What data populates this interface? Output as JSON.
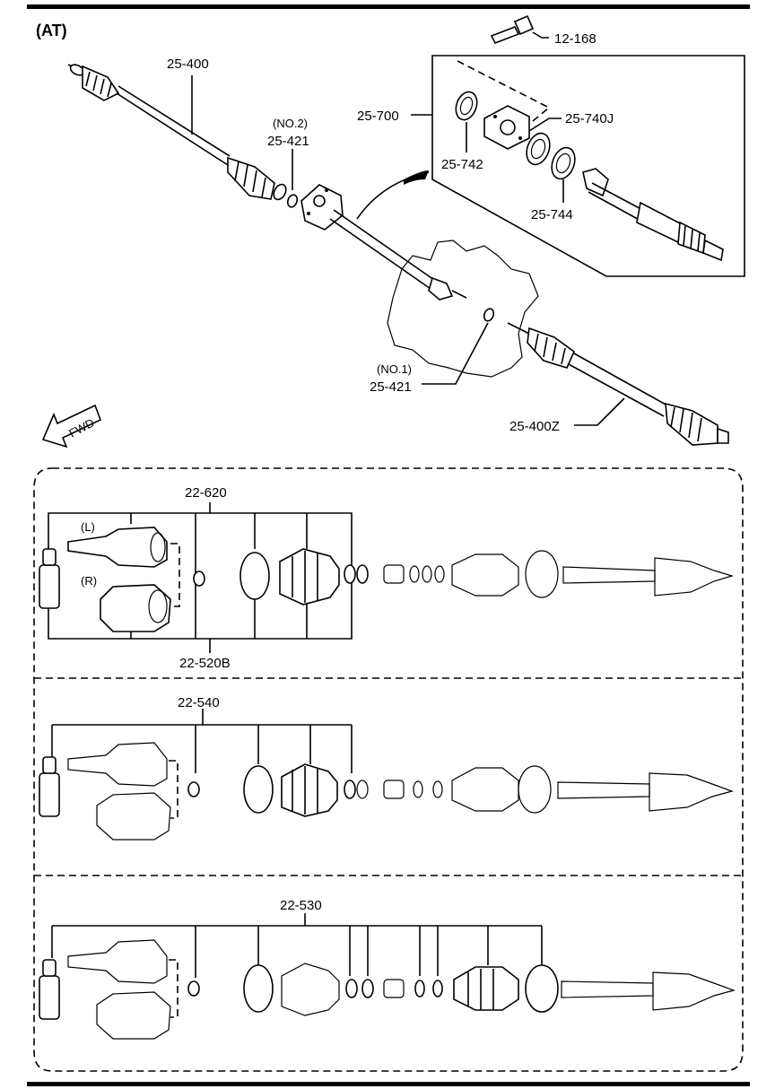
{
  "header": {
    "title": "(AT)"
  },
  "callouts": {
    "bolt": "12-168",
    "shaft_left": "25-400",
    "clip_no2_tag": "(NO.2)",
    "clip_no2": "25-421",
    "bearing_assy": "25-700",
    "bracket": "25-740J",
    "seal": "25-742",
    "bearing": "25-744",
    "clip_no1_tag": "(NO.1)",
    "clip_no1": "25-421",
    "shaft_right": "25-400Z",
    "fwd": "FWD"
  },
  "kits": {
    "kit1_top": "22-620",
    "kit1_left_tag": "(L)",
    "kit1_right_tag": "(R)",
    "kit1_bottom": "22-520B",
    "kit2": "22-540",
    "kit3": "22-530"
  }
}
